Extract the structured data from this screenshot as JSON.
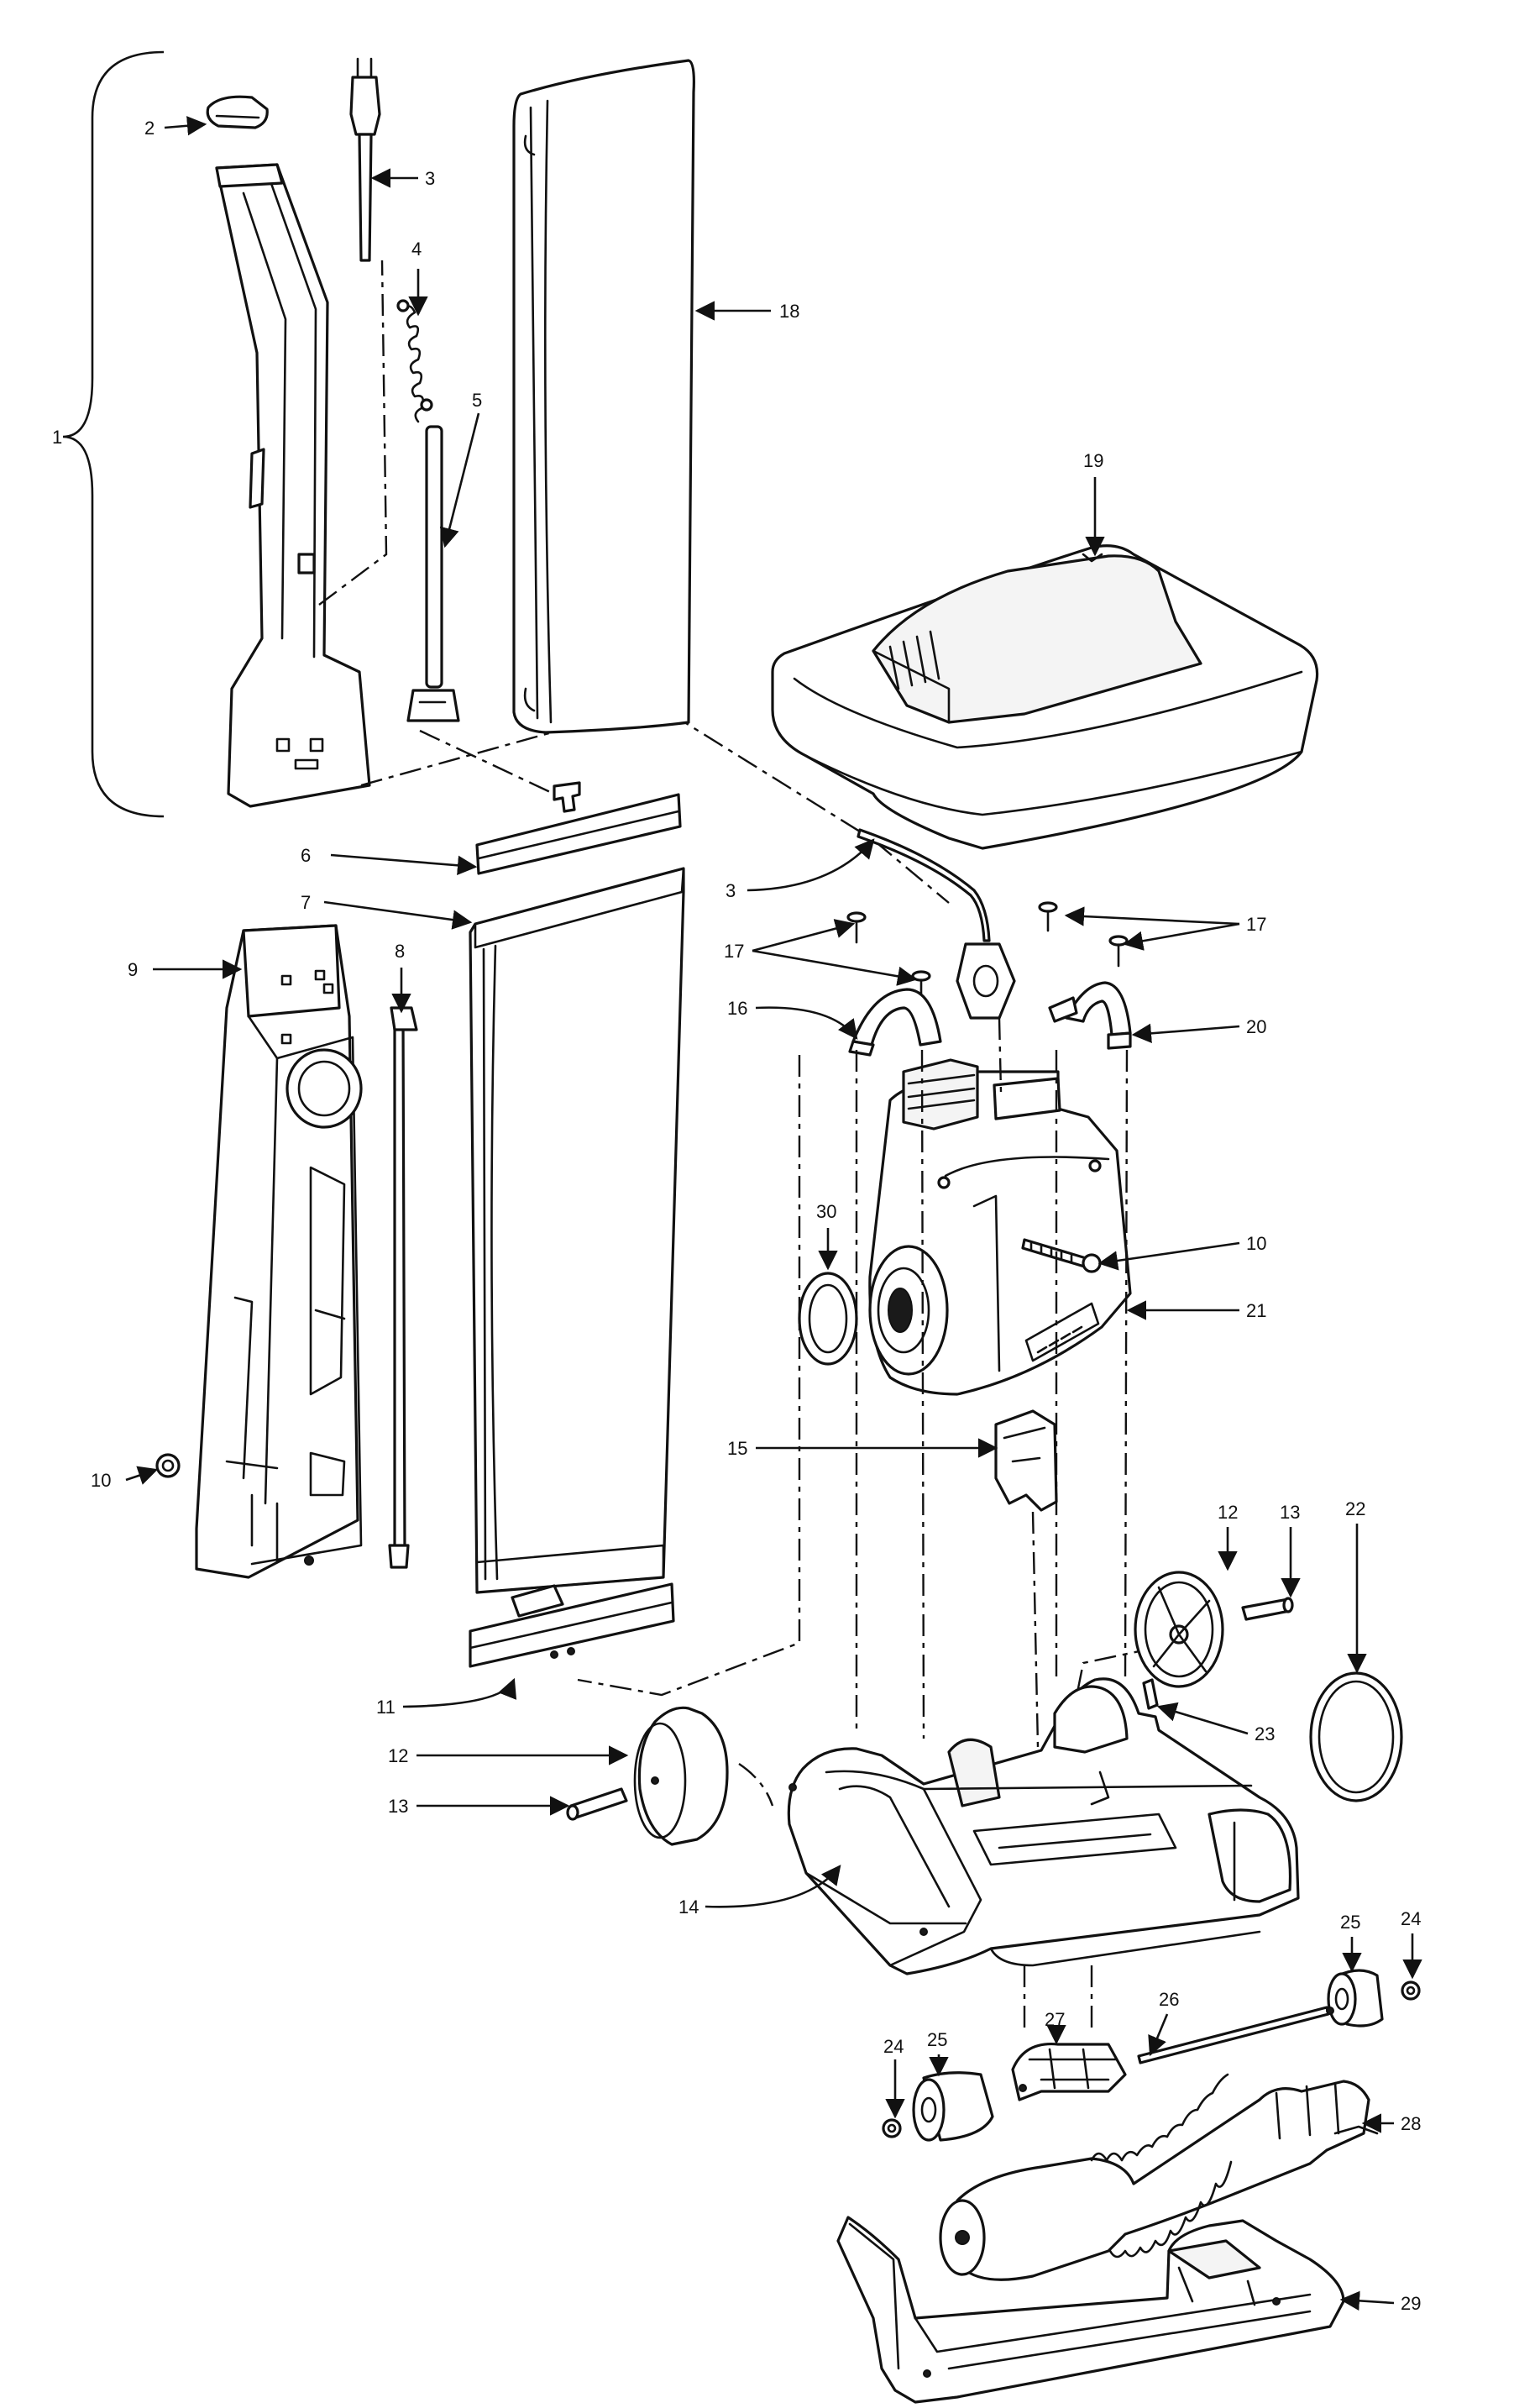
{
  "callouts": {
    "c1": "1",
    "c2": "2",
    "c3a": "3",
    "c3b": "3",
    "c4": "4",
    "c5": "5",
    "c6": "6",
    "c7": "7",
    "c8": "8",
    "c9": "9",
    "c10a": "10",
    "c10b": "10",
    "c11": "11",
    "c12a": "12",
    "c12b": "12",
    "c13a": "13",
    "c13b": "13",
    "c14": "14",
    "c15": "15",
    "c16": "16",
    "c17a": "17",
    "c17b": "17",
    "c18": "18",
    "c19": "19",
    "c20": "20",
    "c21": "21",
    "c22": "22",
    "c23": "23",
    "c24a": "24",
    "c24b": "24",
    "c25a": "25",
    "c25b": "25",
    "c26": "26",
    "c27": "27",
    "c28": "28",
    "c29": "29",
    "c30": "30"
  },
  "colors": {
    "ink": "#111111",
    "paper": "#ffffff"
  }
}
